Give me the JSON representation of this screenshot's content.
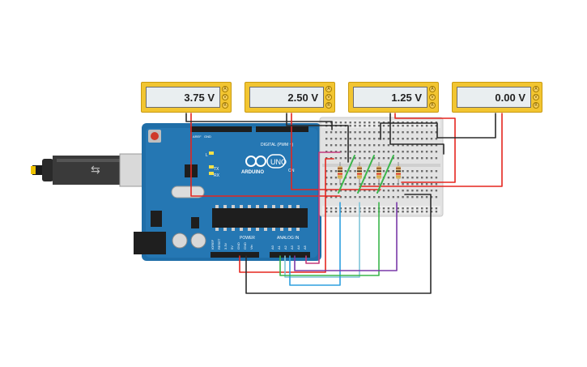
{
  "meters": [
    {
      "reading": "3.75 V"
    },
    {
      "reading": "2.50 V"
    },
    {
      "reading": "1.25 V"
    },
    {
      "reading": "0.00 V"
    }
  ],
  "meter_knob_labels": [
    "A",
    "V",
    "R"
  ],
  "arduino": {
    "model_text": "UNO",
    "brand_text": "ARDUINO",
    "digital_header_text": "DIGITAL (PWM ~)",
    "power_header_text": "POWER",
    "analog_header_text": "ANALOG IN",
    "on_led_text": "ON",
    "tx_text": "TX",
    "rx_text": "RX",
    "l_text": "L",
    "aref_text": "AREF",
    "gnd_text": "GND",
    "power_pins": [
      "IOREF",
      "RESET",
      "3.3V",
      "5V",
      "GND",
      "GND",
      "Vin"
    ],
    "analog_pins": [
      "A0",
      "A1",
      "A2",
      "A3",
      "A4",
      "A5"
    ]
  },
  "colors": {
    "wire_red": "#e5261f",
    "wire_black": "#2b2b2b",
    "wire_pink": "#c33a7c",
    "wire_lightblue": "#7fc4d8",
    "wire_blue": "#2ea0df",
    "wire_green": "#3ab54a",
    "wire_purple": "#7a3aa8",
    "board_blue": "#1f6ea8",
    "meter_yellow": "#f2c531"
  }
}
